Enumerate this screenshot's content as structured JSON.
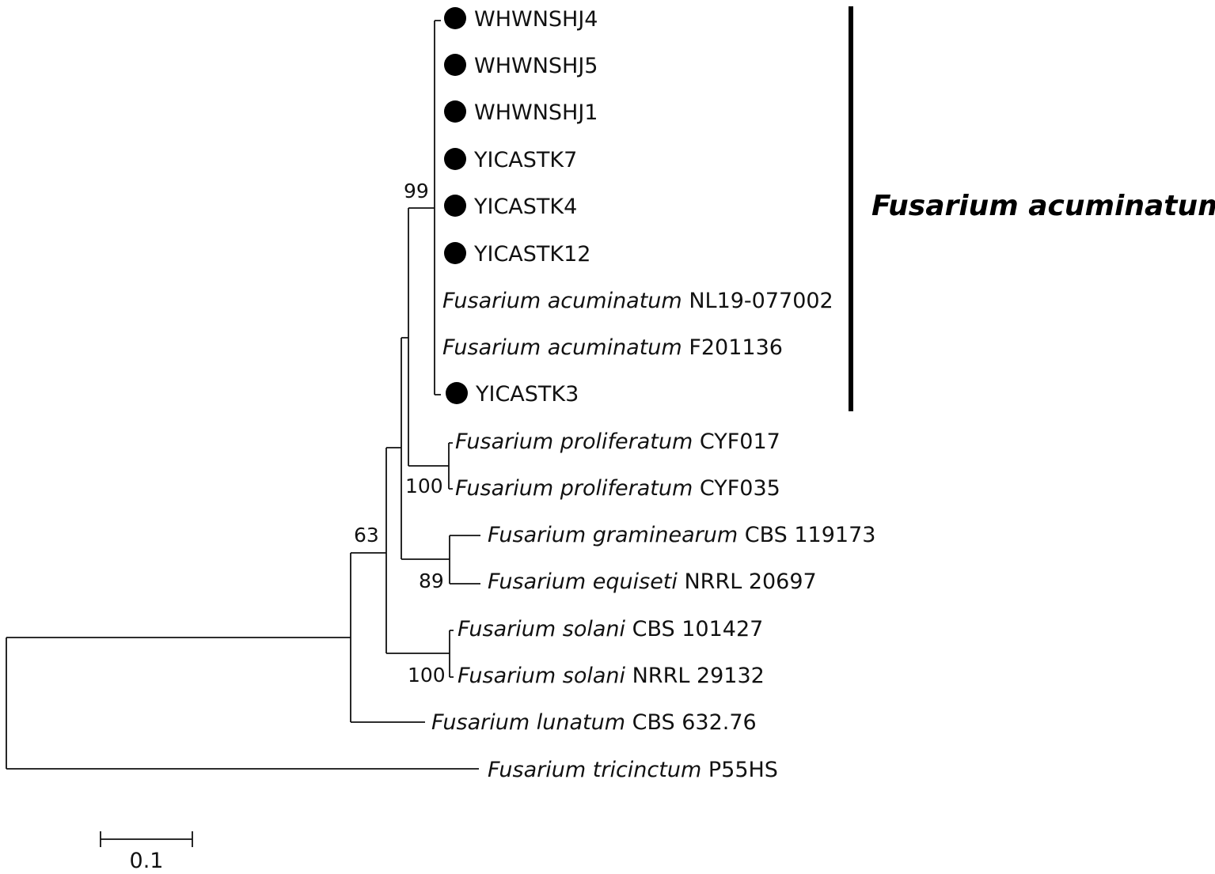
{
  "tree": {
    "taxa": [
      {
        "id": "t1",
        "label": "WHWNSHJ4",
        "marker": true
      },
      {
        "id": "t2",
        "label": "WHWNSHJ5",
        "marker": true
      },
      {
        "id": "t3",
        "label": "WHWNSHJ1",
        "marker": true
      },
      {
        "id": "t4",
        "label": "YICASTK7",
        "marker": true
      },
      {
        "id": "t5",
        "label": "YICASTK4",
        "marker": true
      },
      {
        "id": "t6",
        "label": "YICASTK12",
        "marker": true
      },
      {
        "id": "t7",
        "species": "Fusarium acuminatum",
        "strain": "NL19-077002",
        "marker": false
      },
      {
        "id": "t8",
        "species": "Fusarium acuminatum",
        "strain": "F201136",
        "marker": false
      },
      {
        "id": "t9",
        "label": "YICASTK3",
        "marker": true
      },
      {
        "id": "t10",
        "species": "Fusarium proliferatum",
        "strain": "CYF017",
        "marker": false
      },
      {
        "id": "t11",
        "species": "Fusarium proliferatum",
        "strain": "CYF035",
        "marker": false
      },
      {
        "id": "t12",
        "species": "Fusarium graminearum",
        "strain": "CBS 119173",
        "marker": false
      },
      {
        "id": "t13",
        "species": "Fusarium equiseti",
        "strain": "NRRL 20697",
        "marker": false
      },
      {
        "id": "t14",
        "species": "Fusarium solani",
        "strain": "CBS 101427",
        "marker": false
      },
      {
        "id": "t15",
        "species": "Fusarium solani",
        "strain": "NRRL 29132",
        "marker": false
      },
      {
        "id": "t16",
        "species": "Fusarium lunatum",
        "strain": "CBS 632.76",
        "marker": false
      },
      {
        "id": "t17",
        "species": "Fusarium tricinctum",
        "strain": "P55HS",
        "marker": false
      }
    ],
    "bootstrap": [
      {
        "id": "b1",
        "value": "99"
      },
      {
        "id": "b2",
        "value": "100"
      },
      {
        "id": "b3",
        "value": "89"
      },
      {
        "id": "b4",
        "value": "100"
      },
      {
        "id": "b5",
        "value": "63"
      }
    ],
    "clade_label": "Fusarium acuminatum",
    "scale_bar": {
      "value": "0.1"
    }
  }
}
